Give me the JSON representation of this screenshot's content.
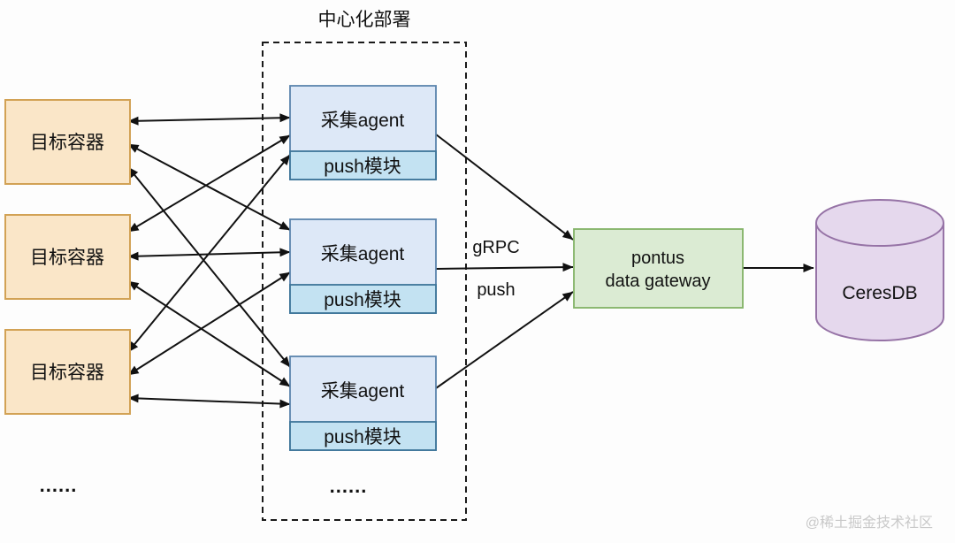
{
  "title": "中心化部署",
  "containers": [
    {
      "label": "目标容器"
    },
    {
      "label": "目标容器"
    },
    {
      "label": "目标容器"
    }
  ],
  "agents": [
    {
      "label": "采集agent",
      "module": "push模块"
    },
    {
      "label": "采集agent",
      "module": "push模块"
    },
    {
      "label": "采集agent",
      "module": "push模块"
    }
  ],
  "gateway": {
    "line1": "pontus",
    "line2": "data gateway"
  },
  "database": {
    "label": "CeresDB"
  },
  "edge_labels": {
    "grpc": "gRPC",
    "push": "push"
  },
  "ellipsis": {
    "left": "......",
    "center": "......"
  },
  "watermark": "@稀土掘金技术社区",
  "colors": {
    "container_fill": "#fae6c8",
    "container_stroke": "#d2a255",
    "agent_fill": "#dde8f7",
    "agent_stroke": "#5b84ad",
    "push_fill": "#c3e2f2",
    "gateway_fill": "#dbebd3",
    "gateway_stroke": "#82b366",
    "db_fill": "#e5d8ed",
    "db_stroke": "#9673a6",
    "arrow": "#111111",
    "watermark": "#c9c9c9"
  }
}
